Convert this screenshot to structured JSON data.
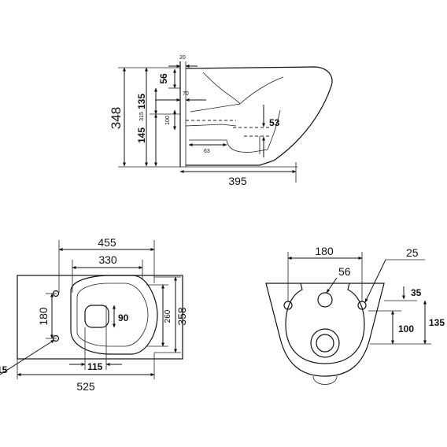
{
  "side_view": {
    "d20": "20",
    "d56": "56",
    "d348": "348",
    "d315": "315",
    "d135": "135",
    "d70": "70",
    "d100": "100",
    "d145": "145",
    "d53": "53",
    "d63": "63",
    "d395": "395"
  },
  "top_view": {
    "d455": "455",
    "d330": "330",
    "d180": "180",
    "d90": "90",
    "d260": "260",
    "d358": "358",
    "d15": "15",
    "d115": "115",
    "d525": "525"
  },
  "rear_view": {
    "d180": "180",
    "d25": "25",
    "d56": "56",
    "d35": "35",
    "d100": "100",
    "d135": "135"
  }
}
